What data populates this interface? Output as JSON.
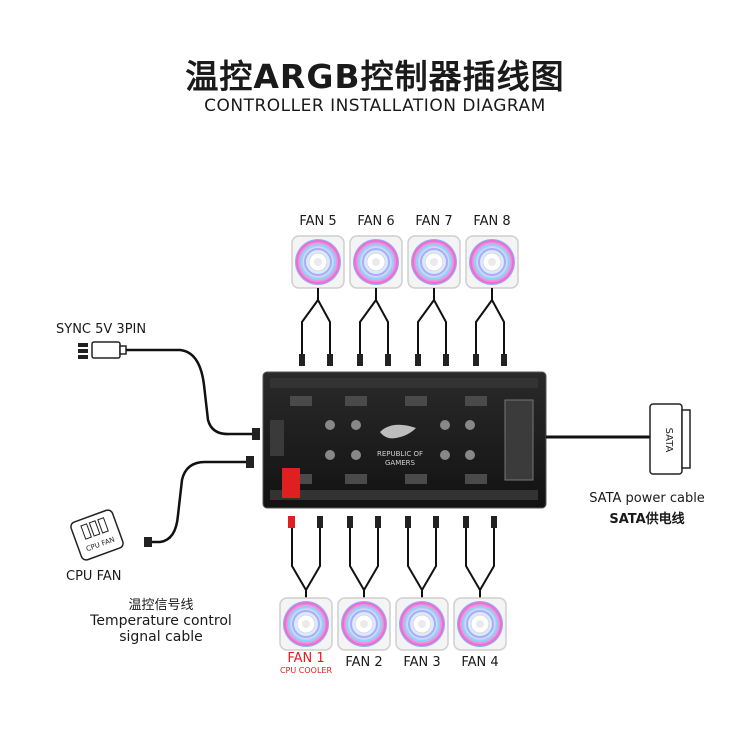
{
  "title": {
    "cn": "温控ARGB控制器插线图",
    "en": "CONTROLLER INSTALLATION DIAGRAM"
  },
  "fans_top": [
    "FAN 5",
    "FAN 6",
    "FAN 7",
    "FAN 8"
  ],
  "fans_bottom": [
    "FAN 1",
    "FAN 2",
    "FAN 3",
    "FAN 4"
  ],
  "fan1_sub": "CPU COOLER",
  "sync": {
    "label": "SYNC 5V 3PIN"
  },
  "cpu_fan": {
    "label": "CPU FAN",
    "icon_text": "CPU FAN"
  },
  "temp_cable": {
    "cn": "温控信号线",
    "en_line1": "Temperature control",
    "en_line2": "signal cable"
  },
  "sata": {
    "en": "SATA power cable",
    "cn": "SATA供电线",
    "connector_text": "SATA"
  },
  "board": {
    "logo_line1": "REPUBLIC OF",
    "logo_line2": "GAMERS"
  },
  "colors": {
    "cable": "#111111",
    "board": "#1c1c1c",
    "fan1_accent": "#e11d1d",
    "red_plug": "#e02020"
  }
}
